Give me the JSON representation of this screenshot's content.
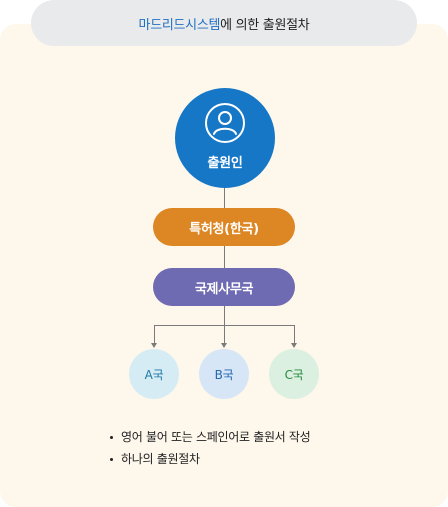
{
  "title": {
    "highlight": "마드리드시스템",
    "rest": "에 의한 출원절차"
  },
  "applicant": {
    "label": "출원인",
    "icon": "user-icon"
  },
  "office": {
    "label": "특허청(한국)"
  },
  "international_bureau": {
    "label": "국제사무국"
  },
  "countries": [
    {
      "label": "A국"
    },
    {
      "label": "B국"
    },
    {
      "label": "C국"
    }
  ],
  "notes": [
    "영어 불어 또는 스페인어로 출원서 작성",
    "하나의 출원절차"
  ],
  "colors": {
    "accent_blue": "#1677c7",
    "title_highlight": "#1d6fc4",
    "office_orange": "#dd8624",
    "bureau_purple": "#6e6bb2",
    "panel_bg": "#fdf7ec"
  }
}
